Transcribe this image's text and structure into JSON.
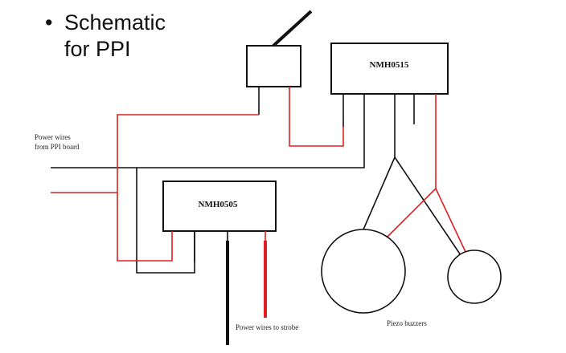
{
  "slide": {
    "bullet": "•",
    "title_line1": "Schematic",
    "title_line2": "for PPI"
  },
  "components": {
    "converter_top": "NMH0515",
    "converter_bottom": "NMH0505"
  },
  "annotations": {
    "power_in_line1": "Power wires",
    "power_in_line2": "from PPI board",
    "strobe": "Power wires to strobe",
    "buzzers": "Piezo buzzers"
  },
  "colors": {
    "wire_black": "#111111",
    "wire_red": "#e02020"
  }
}
